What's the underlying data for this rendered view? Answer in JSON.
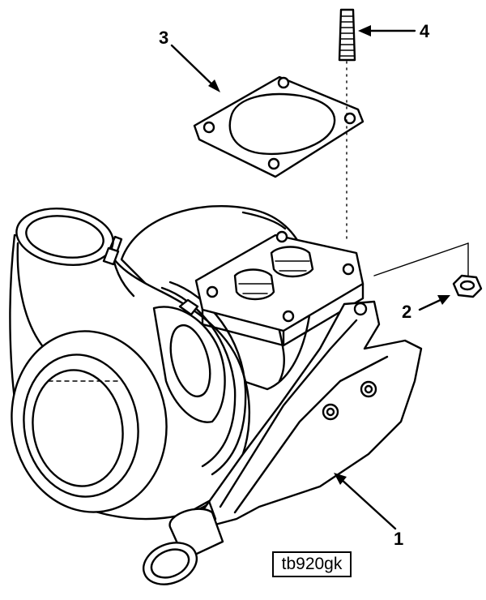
{
  "callouts": [
    {
      "number": "1",
      "part": "turbocharger-support-bracket"
    },
    {
      "number": "2",
      "part": "nut"
    },
    {
      "number": "3",
      "part": "gasket"
    },
    {
      "number": "4",
      "part": "stud"
    }
  ],
  "reference_code": "tb920gk"
}
